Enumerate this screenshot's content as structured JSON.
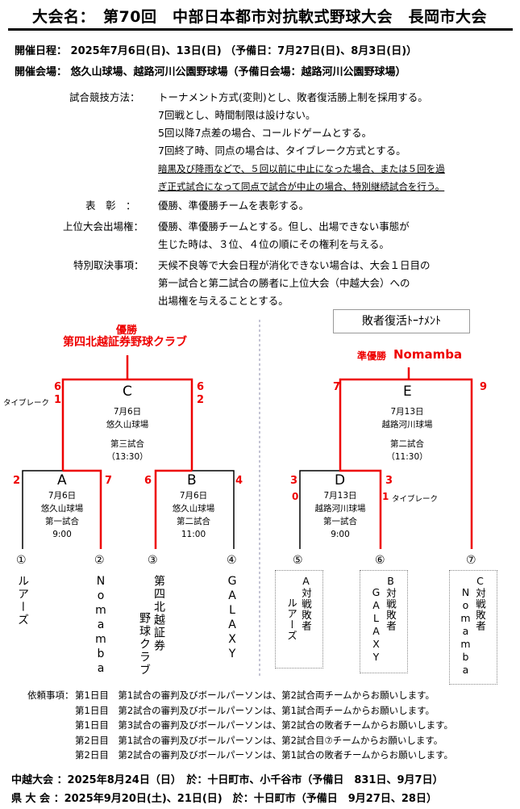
{
  "title": "大会名：　第70回　中部日本都市対抗軟式野球大会　長岡市大会",
  "header": {
    "dates": "開催日程：  2025年7月6日(日)、13日(日) （予備日：7月27日(日)、8月3日(日)）",
    "venues": "開催会場：  悠久山球場、越路河川公園野球場（予備日会場：越路河川公園野球場）"
  },
  "rules": {
    "method_label": "試合競技方法：",
    "method_lines": [
      "トーナメント方式(変則)とし、敗者復活勝上制を採用する。",
      "7回戦とし、時間制限は設けない。",
      "5回以降7点差の場合、コールドゲームとする。",
      "7回終了時、同点の場合は、タイブレーク方式とする。",
      "暗黒及び降雨などで、５回以前に中止になった場合、または５回を過",
      "ぎ正式試合になって同点で試合が中止の場合、特別継続試合を行う。"
    ],
    "award_label": "表　彰　：",
    "award_text": "優勝、準優勝チームを表彰する。",
    "upper_label": "上位大会出場権：",
    "upper_lines": [
      "優勝、準優勝チームとする。但し、出場できない事態が",
      "生じた時は、３位、４位の順にその権利を与える。"
    ],
    "special_label": "特別取決事項：",
    "special_lines": [
      "天候不良等で大会日程が消化できない場合は、大会１日目の",
      "第一試合と第二試合の勝者に上位大会（中越大会）への",
      "出場権を与えることとする。"
    ]
  },
  "bracket": {
    "winner_label": "優勝",
    "winner_team": "第四北越証券野球クラブ",
    "runnerup_label": "準優勝",
    "runnerup_team": "Nomamba",
    "loser_title": "敗者復活ﾄｰﾅﾒﾝﾄ",
    "tiebreak_c": "タイブレーク",
    "tiebreak_d": "タイブレーク",
    "games": {
      "A": {
        "letter": "A",
        "date": "7月6日",
        "venue": "悠久山球場",
        "slot": "第一試合",
        "time": "9:00",
        "score_left": "2",
        "score_right": "7"
      },
      "B": {
        "letter": "B",
        "date": "7月6日",
        "venue": "悠久山球場",
        "slot": "第二試合",
        "time": "11:00",
        "score_left": "6",
        "score_right": "4"
      },
      "C": {
        "letter": "C",
        "date": "7月6日",
        "venue": "悠久山球場",
        "slot": "第三試合",
        "time": "（13:30）",
        "score_left": "6",
        "score_left2": "1",
        "score_right": "6",
        "score_right2": "2"
      },
      "D": {
        "letter": "D",
        "date": "7月13日",
        "venue": "越路河川球場",
        "slot": "第一試合",
        "time": "9:00",
        "score_left": "3",
        "score_left2": "0",
        "score_right": "3",
        "score_right2": "1"
      },
      "E": {
        "letter": "E",
        "date": "7月13日",
        "venue": "越路河川球場",
        "slot": "第二試合",
        "time": "（11:30）",
        "score_left": "7",
        "score_right": "9"
      }
    },
    "slots": [
      "①",
      "②",
      "③",
      "④",
      "⑤",
      "⑥",
      "⑦"
    ],
    "teams": [
      "ルアーズ",
      "Nomamba",
      "第四北越証券",
      "野球クラブ",
      "GALAXY"
    ],
    "losers": {
      "l5a": "A対戦敗者",
      "l5b": "ルアーズ",
      "l6a": "B対戦敗者",
      "l6b": "GALAXY",
      "l7a": "C対戦敗者",
      "l7b": "Nomamba"
    }
  },
  "requests": {
    "label": "依頼事項：",
    "items": [
      {
        "day": "第1日目",
        "text": "第1試合の審判及びボールパーソンは、第2試合両チームからお願いします。"
      },
      {
        "day": "第1日目",
        "text": "第2試合の審判及びボールパーソンは、第1試合両チームからお願いします。"
      },
      {
        "day": "第1日目",
        "text": "第3試合の審判及びボールパーソンは、第2試合の敗者チームからお願いします。"
      },
      {
        "day": "第2日目",
        "text": "第1試合の審判及びボールパーソンは、第2試合目⑦チームからお願いします。"
      },
      {
        "day": "第2日目",
        "text": "第2試合の審判及びボールパーソンは、第1試合の敗者チームからお願いします。"
      }
    ]
  },
  "footer": {
    "chuetsu": "中越大会 ：2025年8月24日（日）　於：十日町市、小千谷市（予備日　831日、9月7日）",
    "prefecture": "県 大 会 ：2025年9月20日(土)、21日(日)　於：十日町市（予備日　9月27日、28日）"
  }
}
